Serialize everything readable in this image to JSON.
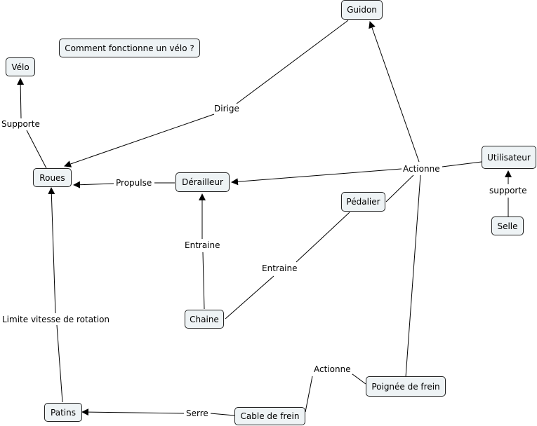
{
  "title": "Comment fonctionne un vélo ?",
  "nodes": {
    "velo": "Vélo",
    "guidon": "Guidon",
    "roues": "Roues",
    "derailleur": "Dérailleur",
    "pedalier": "Pédalier",
    "utilisateur": "Utilisateur",
    "selle": "Selle",
    "chaine": "Chaine",
    "poignee": "Poignée de frein",
    "patins": "Patins",
    "cable": "Cable de frein"
  },
  "links": {
    "supporte_roues": "Supporte",
    "dirige": "Dirige",
    "propulse": "Propulse",
    "actionne_main": "Actionne",
    "supporte_selle": "supporte",
    "entraine_chaine": "Entraine",
    "entraine_pedalier": "Entraine",
    "limite": "Limite vitesse de rotation",
    "actionne_frein": "Actionne",
    "serre": "Serre"
  },
  "colors": {
    "node_fill": "#eef3f5",
    "line": "#000000"
  }
}
